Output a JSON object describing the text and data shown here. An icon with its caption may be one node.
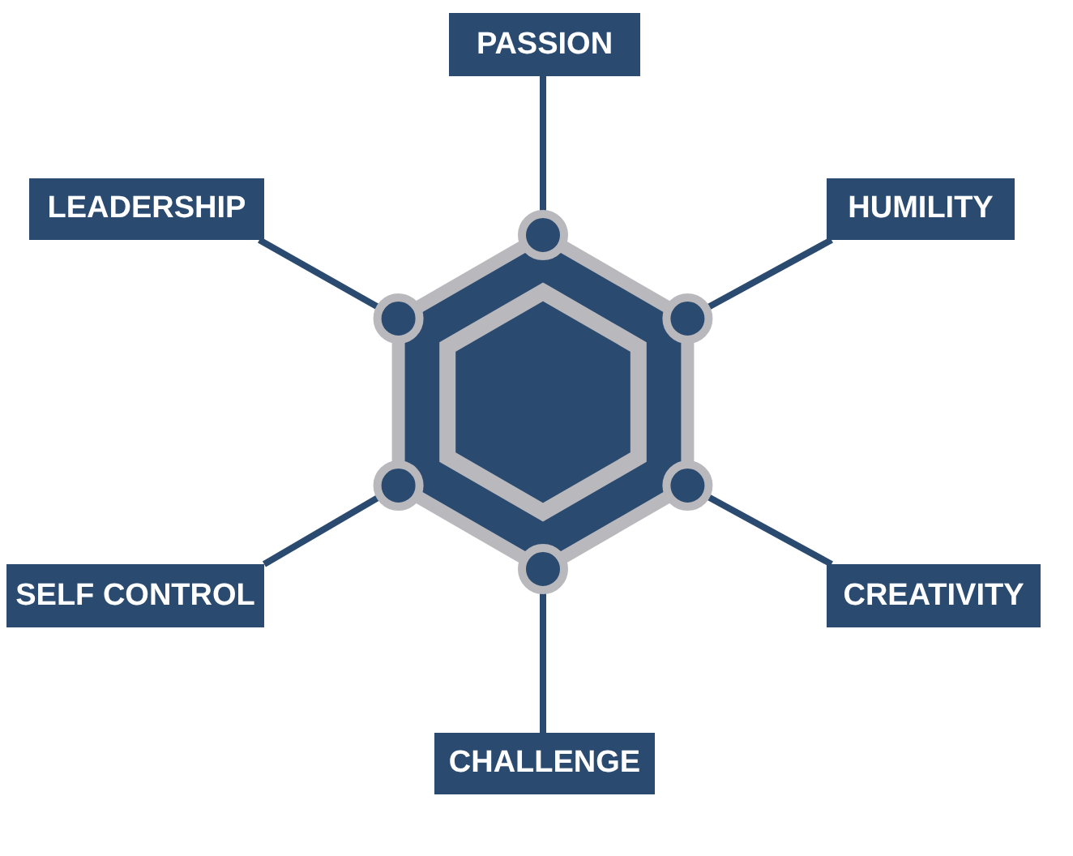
{
  "diagram": {
    "nodes": [
      {
        "text": [
          "PASSION"
        ]
      },
      {
        "text": [
          "LEADERSHIP"
        ]
      },
      {
        "text": [
          "HUMILITY"
        ]
      },
      {
        "text": [
          "SELF CONTROL"
        ]
      },
      {
        "text": [
          "CREATIVITY"
        ]
      },
      {
        "text": [
          "CHALLENGE"
        ]
      },
      {
        "text": [],
        "shape": "hexagon"
      }
    ],
    "edges": [
      {
        "from": 0,
        "to": 6,
        "arrow": "none"
      },
      {
        "from": 1,
        "to": 6,
        "arrow": "none"
      },
      {
        "from": 2,
        "to": 6,
        "arrow": "none"
      },
      {
        "from": 3,
        "to": 6,
        "arrow": "none"
      },
      {
        "from": 4,
        "to": 6,
        "arrow": "none"
      },
      {
        "from": 5,
        "to": 6,
        "arrow": "none"
      }
    ]
  }
}
